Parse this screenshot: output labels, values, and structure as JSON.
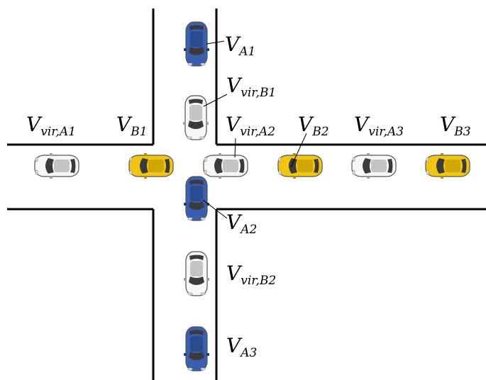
{
  "diagram": {
    "description_free": true,
    "colors": {
      "blue": "#3a5fae",
      "blue_dark": "#1e3a78",
      "yellow": "#f2c513",
      "yellow_dark": "#b48c00",
      "white": "#f7f7f7",
      "white_dark": "#9a9a9a"
    },
    "labels": {
      "va1": {
        "main": "V",
        "sub": "A1"
      },
      "vvirb1": {
        "main": "V",
        "sub": "vir,B1"
      },
      "vvira1": {
        "main": "V",
        "sub": "vir,A1"
      },
      "vb1": {
        "main": "V",
        "sub": "B1"
      },
      "vvira2": {
        "main": "V",
        "sub": "vir,A2"
      },
      "vb2": {
        "main": "V",
        "sub": "B2"
      },
      "vvira3": {
        "main": "V",
        "sub": "vir,A3"
      },
      "vb3": {
        "main": "V",
        "sub": "B3"
      },
      "va2": {
        "main": "V",
        "sub": "A2"
      },
      "vvirb2": {
        "main": "V",
        "sub": "vir,B2"
      },
      "va3": {
        "main": "V",
        "sub": "A3"
      }
    }
  }
}
